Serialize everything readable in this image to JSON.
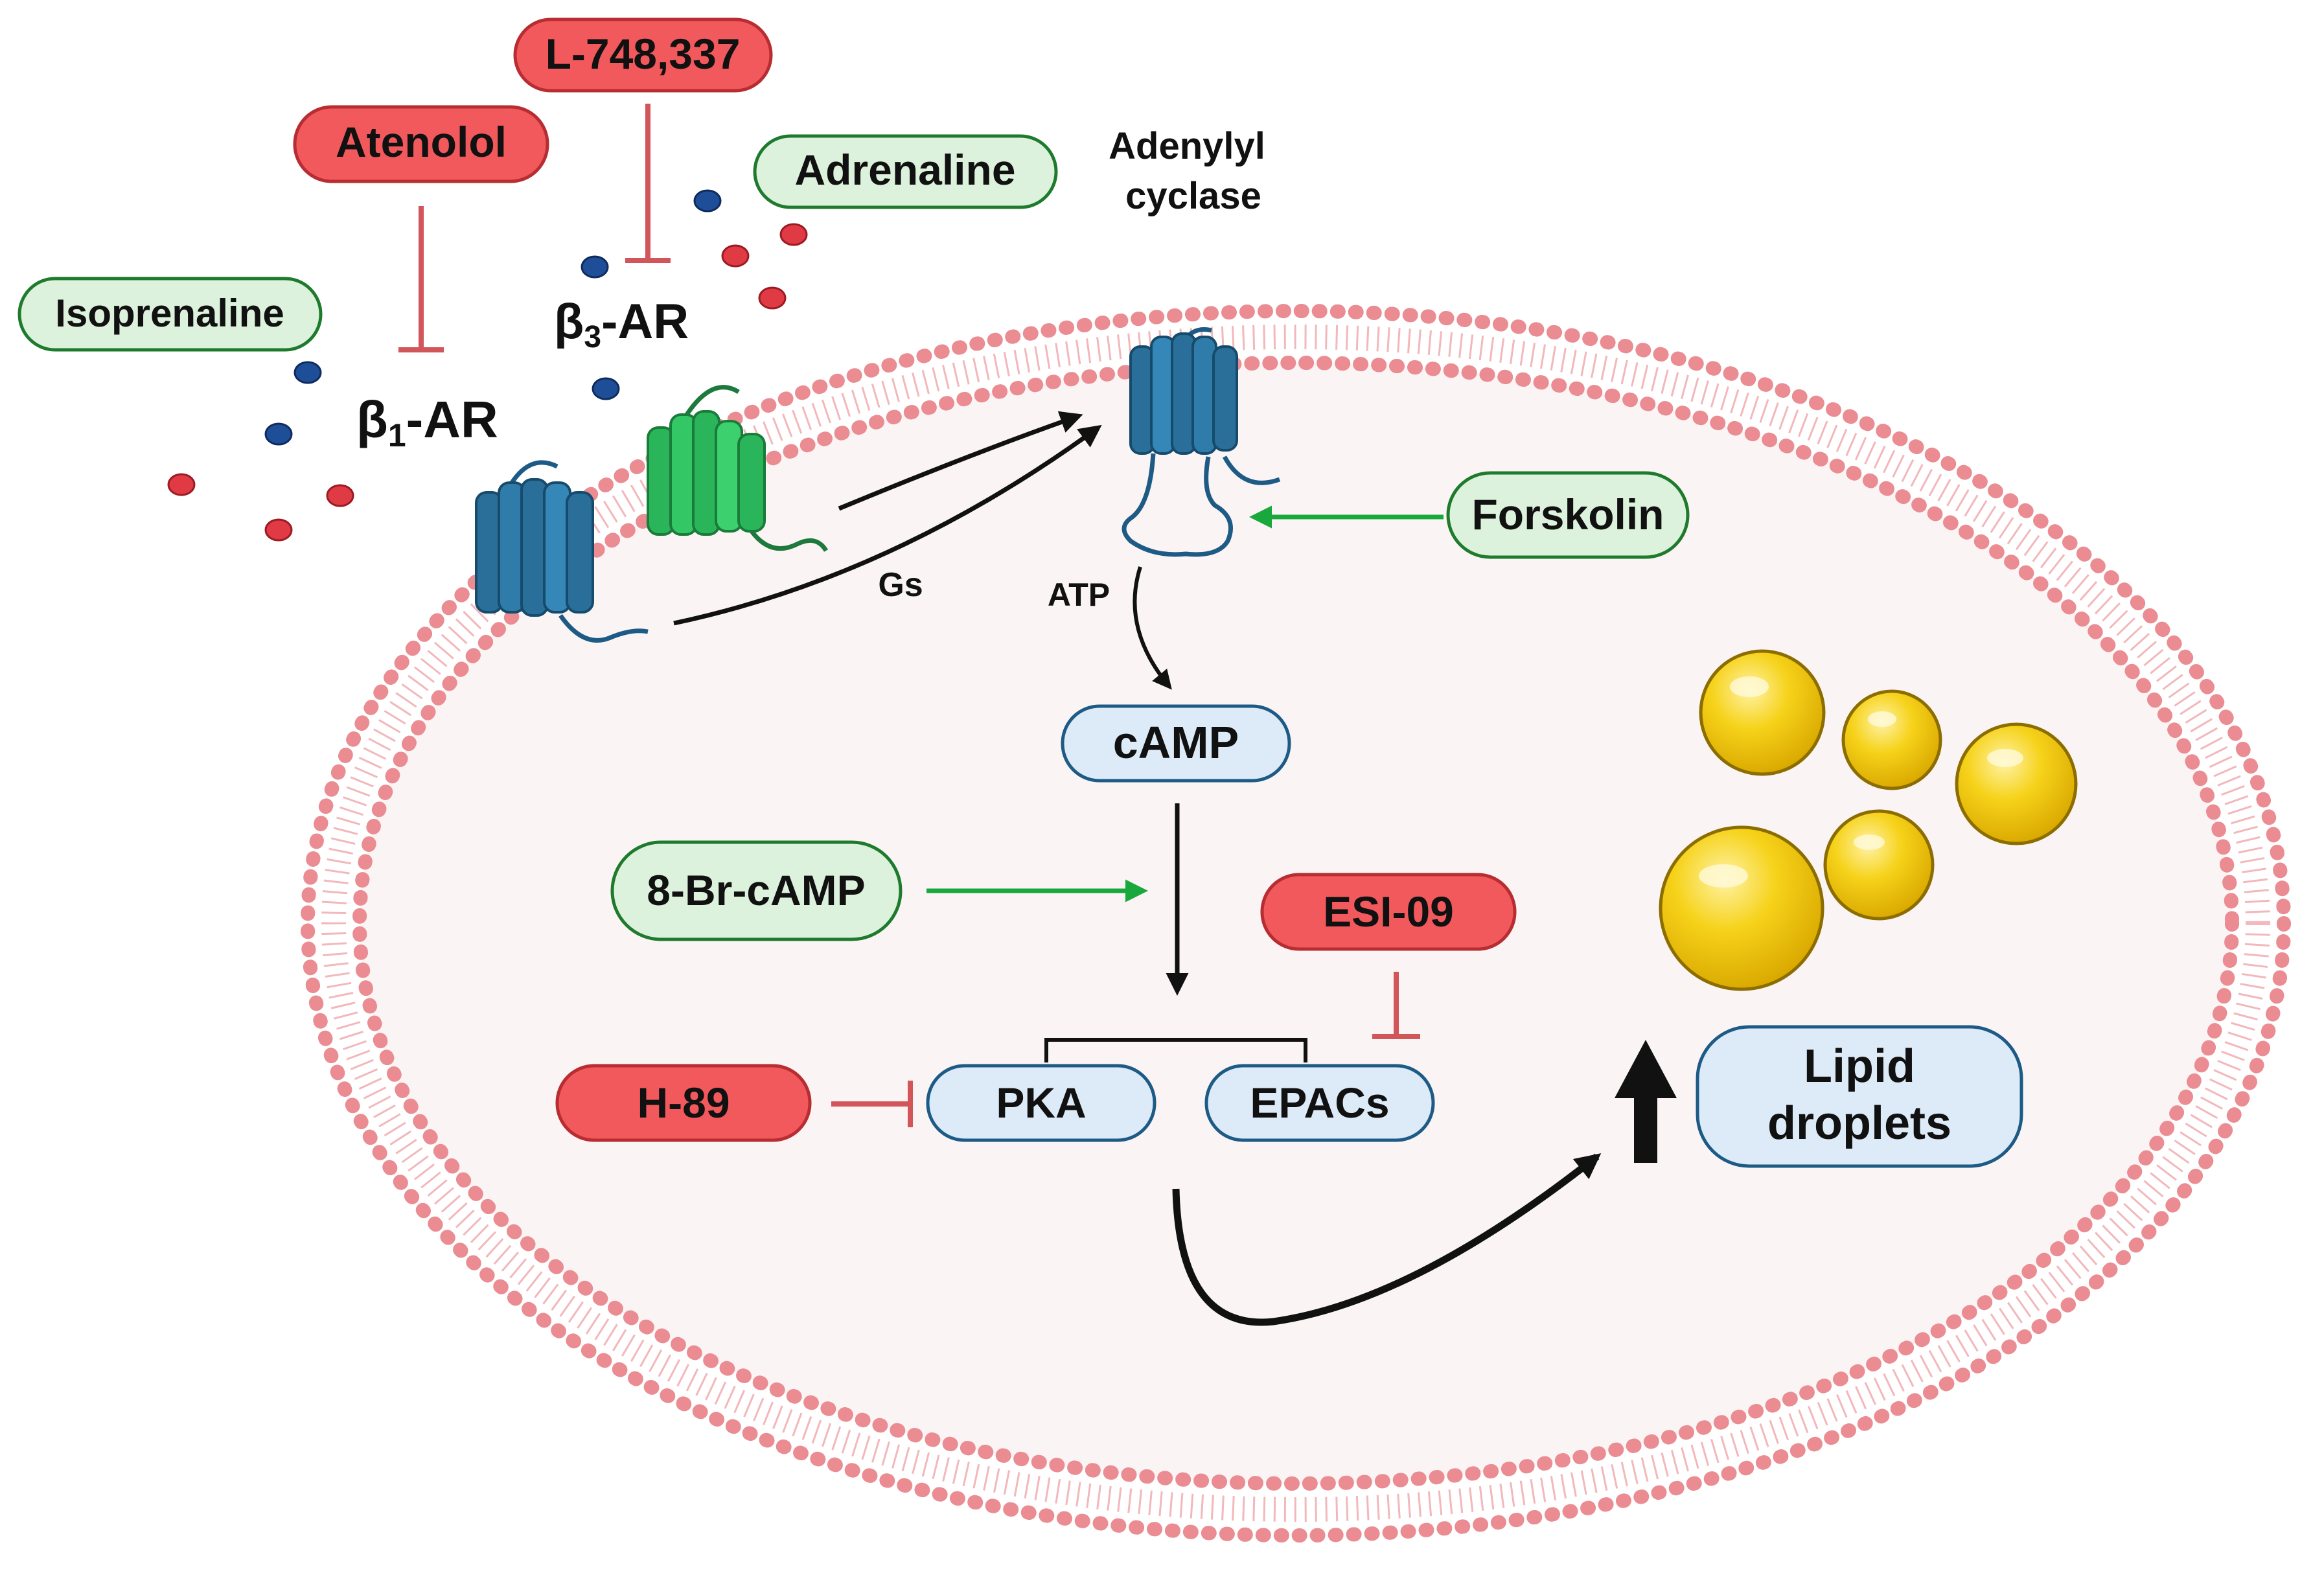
{
  "colors": {
    "activator_fill": "#dcf2dc",
    "activator_stroke": "#1e7a2c",
    "inhibitor_fill": "#f2595c",
    "inhibitor_stroke": "#b72d31",
    "protein_fill": "#dcebf7",
    "protein_stroke": "#1d5a85",
    "membrane": "#ea8c91",
    "cell_interior": "#fbf4f4",
    "activation_arrow": "#18a83b",
    "inhibition_bar": "#d2555a",
    "receptor_blue": "#2a6f99",
    "receptor_green": "#2bb55a",
    "ligand_red": "#e03a45",
    "ligand_blue": "#1f4e98",
    "lipid_droplet": "#f0c400"
  },
  "ligands": {
    "isoprenaline": "Isoprenaline",
    "atenolol": "Atenolol",
    "l748337": "L-748,337",
    "adrenaline": "Adrenaline",
    "forskolin": "Forskolin",
    "br_camp": "8-Br-cAMP",
    "esi09": "ESI-09",
    "h89": "H-89"
  },
  "receptors": {
    "beta1_prefix": "β",
    "beta1_sub": "1",
    "beta1_suffix": "-AR",
    "beta3_prefix": "β",
    "beta3_sub": "3",
    "beta3_suffix": "-AR"
  },
  "enzyme": {
    "line1": "Adenylyl",
    "line2": "cyclase"
  },
  "molecules": {
    "gs": "Gs",
    "atp": "ATP",
    "camp": "cAMP",
    "pka": "PKA",
    "epacs": "EPACs",
    "lipid_line1": "Lipid",
    "lipid_line2": "droplets"
  }
}
